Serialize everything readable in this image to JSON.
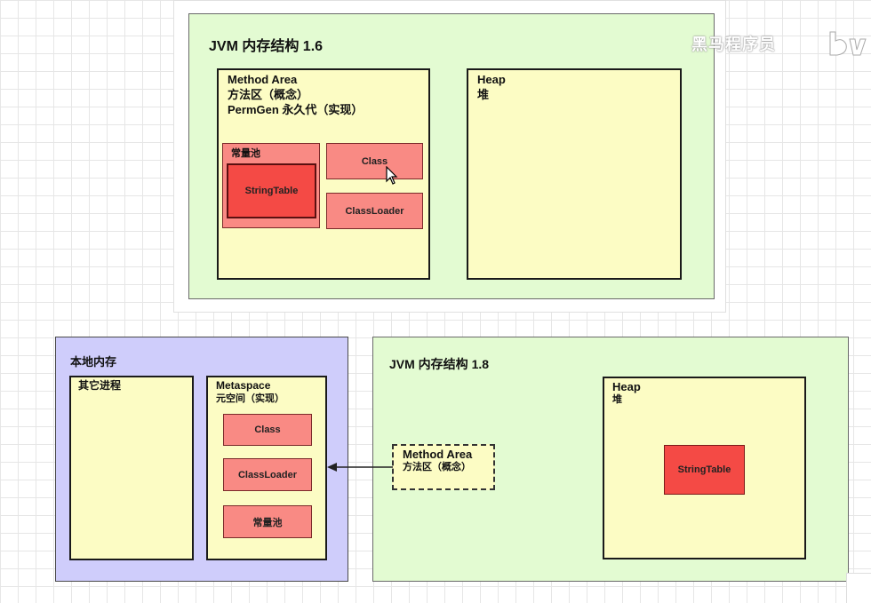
{
  "watermark": "黑马程序员",
  "jvm16": {
    "title": "JVM 内存结构 1.6",
    "method_area": {
      "line1": "Method Area",
      "line2": "方法区（概念）",
      "line3": "PermGen 永久代（实现）"
    },
    "constant_pool": "常量池",
    "string_table": "StringTable",
    "class": "Class",
    "classloader": "ClassLoader",
    "heap": {
      "line1": "Heap",
      "line2": "堆"
    }
  },
  "native": {
    "title": "本地内存",
    "other_process": "其它进程",
    "metaspace": {
      "line1": "Metaspace",
      "line2": "元空间（实现）"
    },
    "class": "Class",
    "classloader": "ClassLoader",
    "constant_pool": "常量池"
  },
  "jvm18": {
    "title": "JVM 内存结构 1.8",
    "method_area": {
      "line1": "Method Area",
      "line2": "方法区（概念）"
    },
    "heap": {
      "line1": "Heap",
      "line2": "堆"
    },
    "string_table": "StringTable"
  }
}
